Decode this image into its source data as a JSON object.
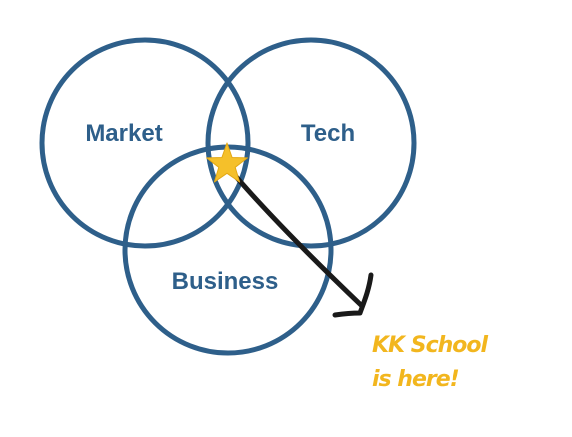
{
  "venn": {
    "sets": [
      {
        "id": "market",
        "label": "Market"
      },
      {
        "id": "tech",
        "label": "Tech"
      },
      {
        "id": "business",
        "label": "Business"
      }
    ]
  },
  "callout": {
    "line1": "KK School",
    "line2": "is here!"
  },
  "colors": {
    "circle": "#2e5f8a",
    "star": "#f5c02a",
    "callout": "#f2b61e",
    "arrow": "#1a1a1a"
  },
  "icons": {
    "marker": "star-icon",
    "pointer": "arrow-icon"
  }
}
